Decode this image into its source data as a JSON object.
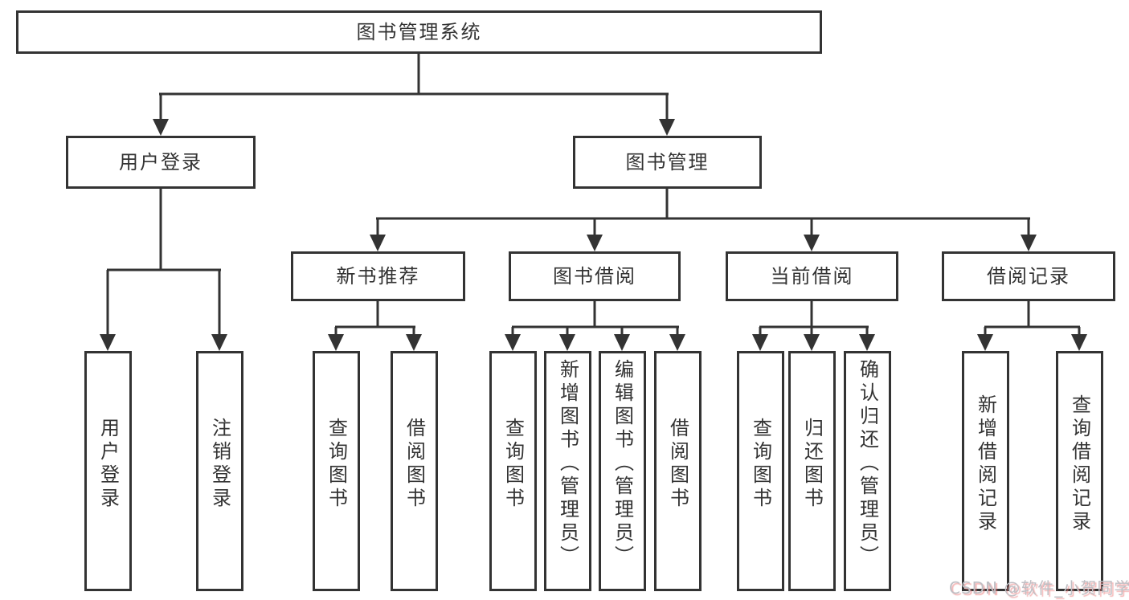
{
  "diagram": {
    "title": "图书管理系统",
    "branches": [
      {
        "label": "用户登录",
        "children": [
          {
            "label": "用户登录"
          },
          {
            "label": "注销登录"
          }
        ]
      },
      {
        "label": "图书管理",
        "children": [
          {
            "label": "新书推荐",
            "children": [
              {
                "label": "查询图书"
              },
              {
                "label": "借阅图书"
              }
            ]
          },
          {
            "label": "图书借阅",
            "children": [
              {
                "label": "查询图书"
              },
              {
                "label": "新增图书（管理员）"
              },
              {
                "label": "编辑图书（管理员）"
              },
              {
                "label": "借阅图书"
              }
            ]
          },
          {
            "label": "当前借阅",
            "children": [
              {
                "label": "查询图书"
              },
              {
                "label": "归还图书"
              },
              {
                "label": "确认归还（管理员）"
              }
            ]
          },
          {
            "label": "借阅记录",
            "children": [
              {
                "label": "新增借阅记录"
              },
              {
                "label": "查询借阅记录"
              }
            ]
          }
        ]
      }
    ]
  },
  "watermark": {
    "text": "CSDN @软件_小贺同学"
  },
  "colors": {
    "line": "#333333",
    "box_border": "#333333",
    "text": "#333333",
    "background": "#ffffff",
    "watermark_text": "#bfbfc4",
    "watermark_shadow": "#eb7676"
  }
}
